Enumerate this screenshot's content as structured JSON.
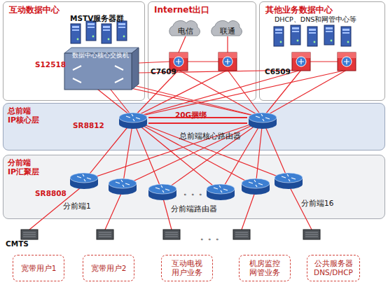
{
  "diagram": {
    "nodes": [
      {
        "text": [
          "互动数据中心"
        ]
      },
      {
        "text": [
          "Internet出口"
        ]
      },
      {
        "text": [
          "其他业务数据中心"
        ]
      },
      {
        "text": [
          "总前端 IP核心层"
        ]
      },
      {
        "text": [
          "分前端 IP汇聚层"
        ]
      },
      {
        "text": [
          "宽带用户1"
        ]
      },
      {
        "text": [
          "宽带用户2"
        ]
      },
      {
        "text": [
          "互动电视 用户业务"
        ]
      },
      {
        "text": [
          "机房监控 网管业务"
        ]
      },
      {
        "text": [
          "公共服务器 DNS/DHCP"
        ]
      }
    ],
    "labels": [
      "MSTV服务器群",
      "数据中心核心交换机",
      "S12518",
      "电信",
      "联通",
      "C7609",
      "DHCP、DNS和网管中心等",
      "C6509",
      "SR8812",
      "20G捆绑",
      "总前端核心路由器",
      "SR8808",
      "分前端1",
      "。。。",
      "分前端路由器",
      "分前端16",
      "CMTS",
      "。。。"
    ]
  }
}
